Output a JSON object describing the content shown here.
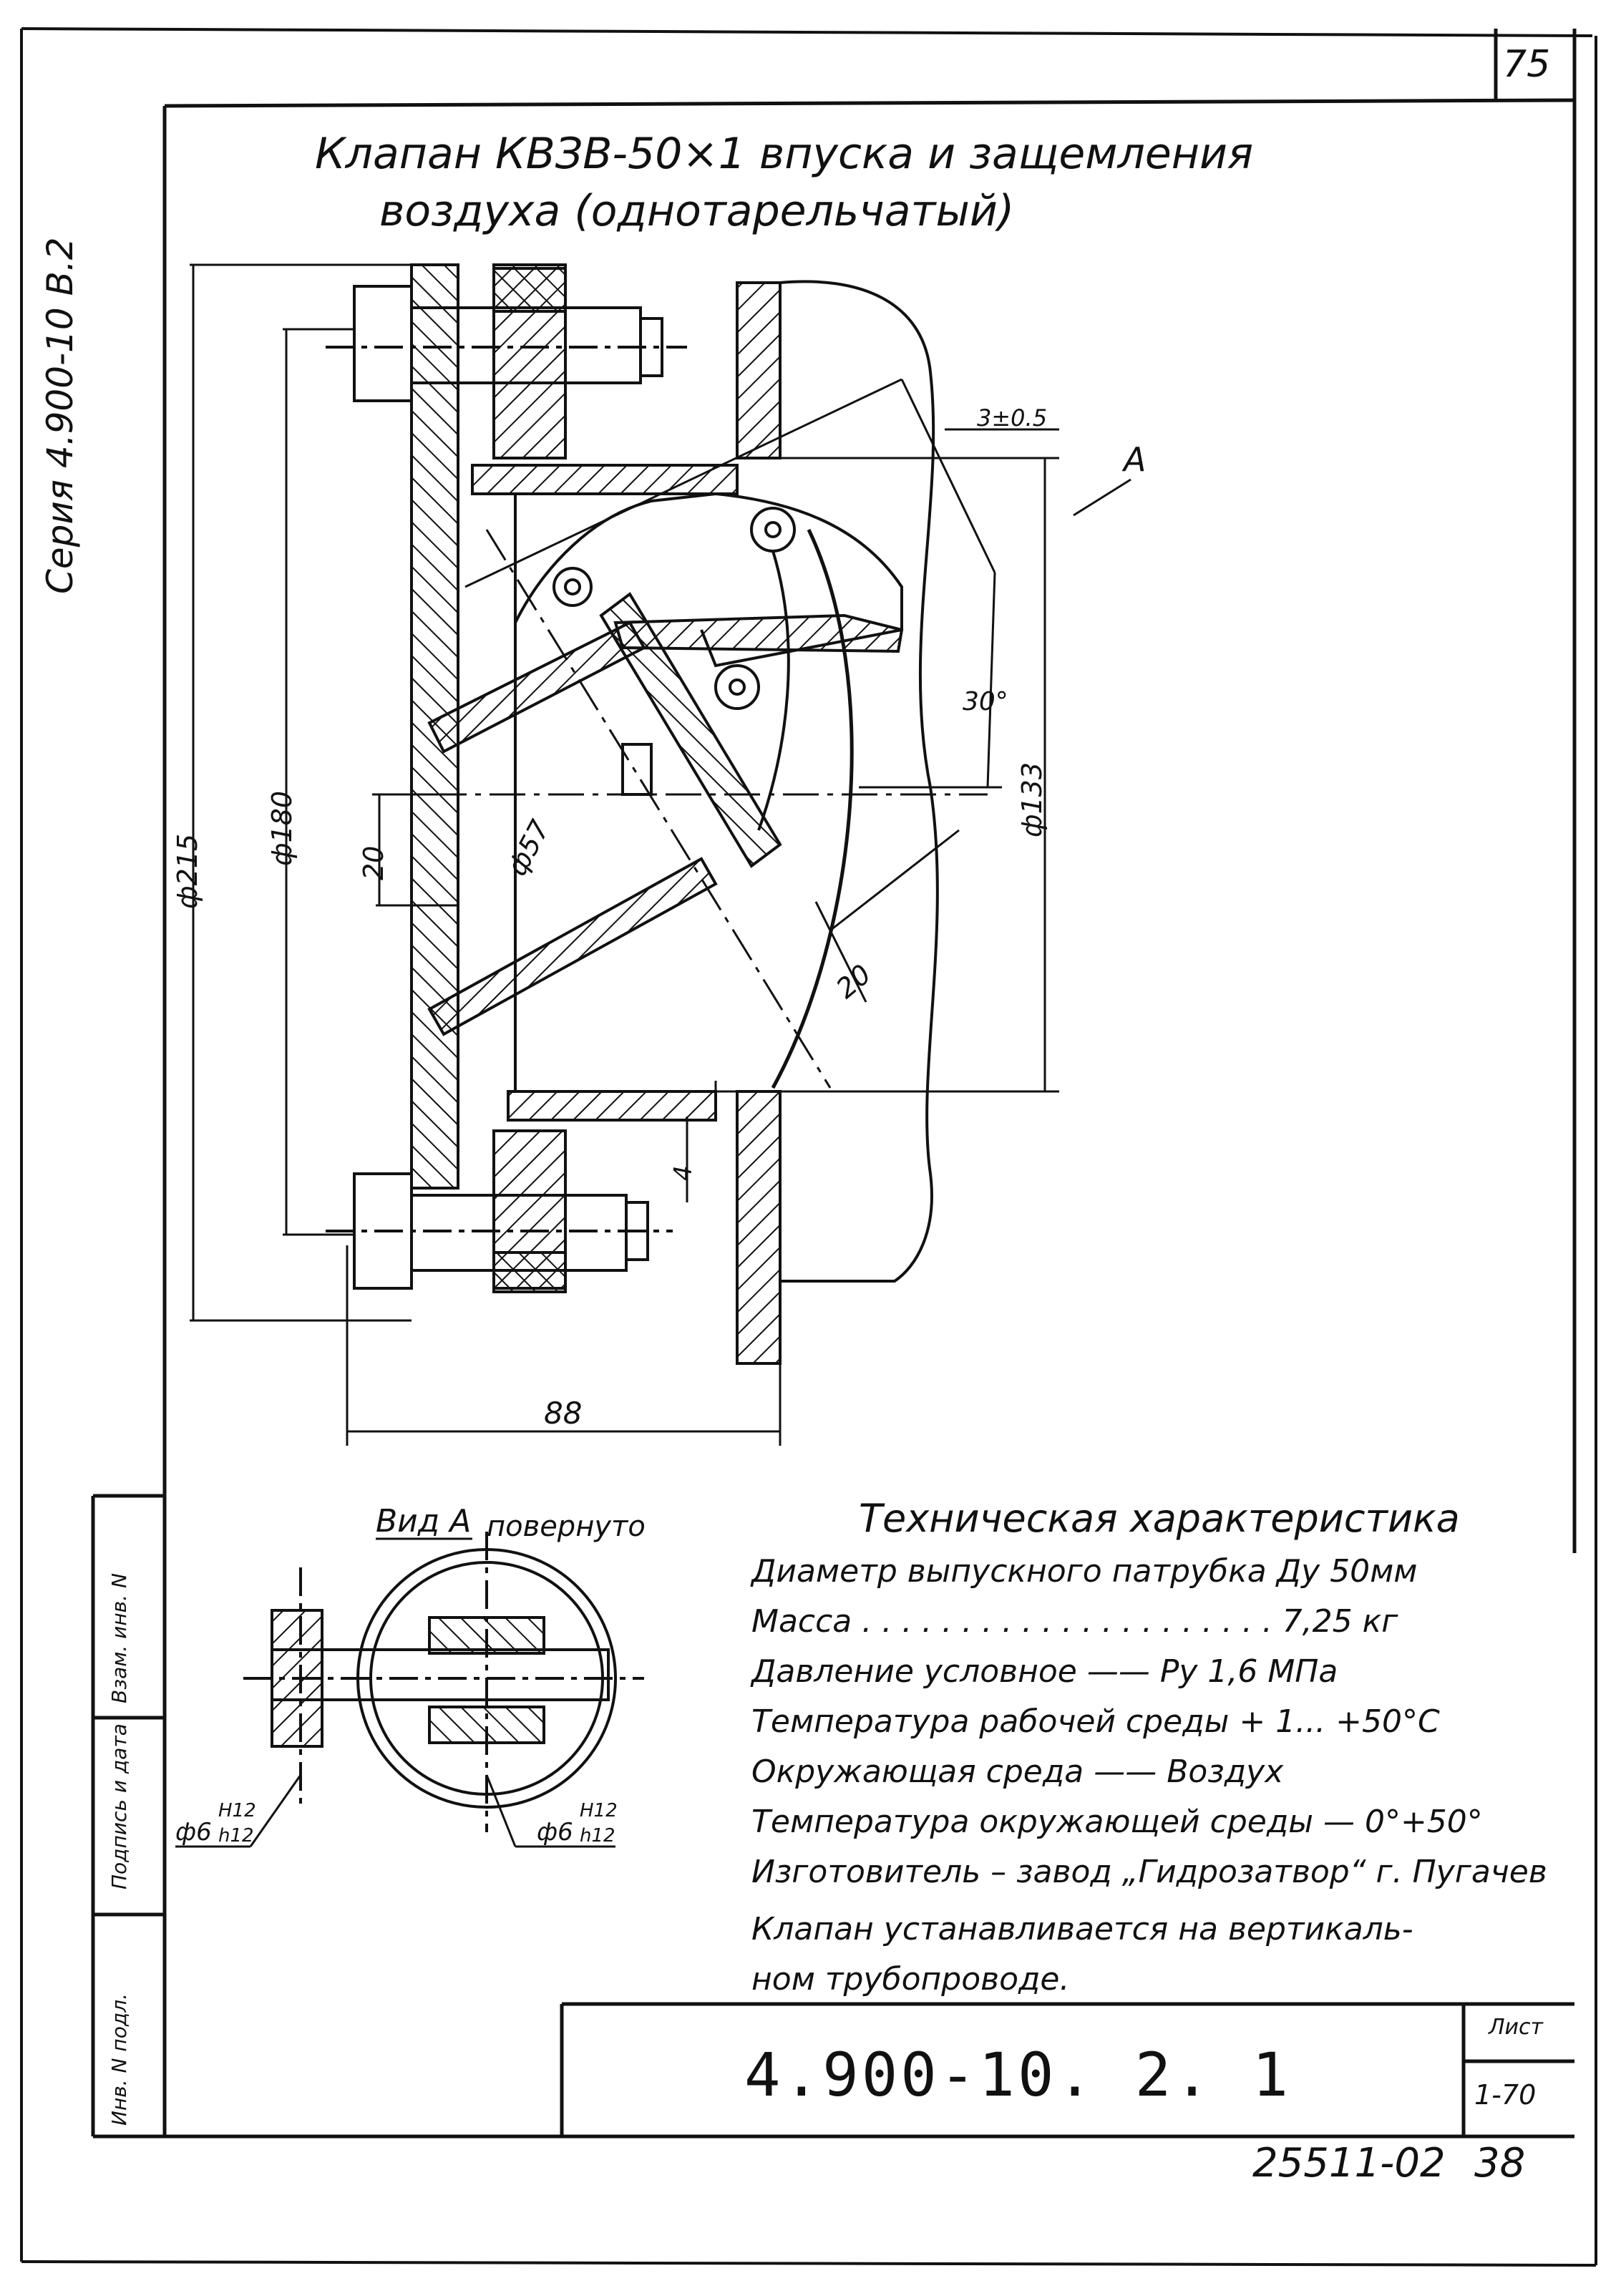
{
  "sheet": {
    "page_number": "75",
    "series_label": "Серия 4.900-10 В.2",
    "title_line1": "Клапан КВЗВ-50×1 впуска и защемления",
    "title_line2": "воздуха (однотарельчатый)"
  },
  "drawing": {
    "dimensions": {
      "d215": "ф215",
      "d180": "ф180",
      "d57": "ф57",
      "d133": "ф133",
      "dim20_left": "20",
      "dim20_right": "20",
      "dim88": "88",
      "dim4": "4",
      "gap": "3±0.5",
      "angle": "30°"
    },
    "view_arrow": "А",
    "view_title": "Вид А",
    "view_subtitle": "повернуто",
    "fit_left": "ф6",
    "fit_left_top": "H12",
    "fit_left_bottom": "h12",
    "fit_right": "ф6",
    "fit_right_top": "H12",
    "fit_right_bottom": "h12"
  },
  "tech": {
    "heading": "Техническая характеристика",
    "lines": [
      "Диаметр выпускного патрубка        Ду 50мм",
      "Масса . . . . . . . . . . . . . . . . . . . . . 7,25 кг",
      "Давление условное  —— Ру 1,6 МПа",
      "Температура рабочей среды + 1... +50°С",
      "Окружающая среда  ——  Воздух",
      "Температура окружающей среды — 0°+50°",
      "Изготовитель – завод „Гидрозатвор“ г. Пугачев",
      "Клапан устанавливается на вертикаль-",
      "ном трубопроводе."
    ]
  },
  "side_stamp": {
    "c1": "Инв. N подл.",
    "c2": "Подпись и дата",
    "c3": "Взам. инв. N"
  },
  "title_block": {
    "doc_code": "4.900-10. 2. 1",
    "sheet_label": "Лист",
    "sheet_value": "1-70"
  },
  "footer": {
    "archive_code": "25511-02",
    "archive_sheet": "38"
  }
}
